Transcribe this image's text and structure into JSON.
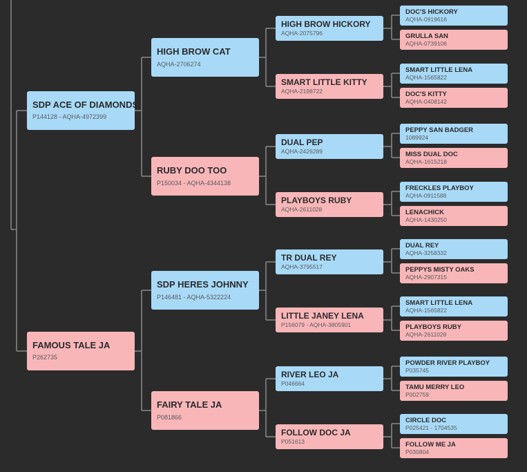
{
  "pedigree": {
    "sire": {
      "name": "SDP ACE OF DIAMONDS",
      "reg": "P144128 - AQHA-4972399"
    },
    "dam": {
      "name": "FAMOUS TALE JA",
      "reg": "P262735"
    },
    "sire_sire": {
      "name": "HIGH BROW CAT",
      "reg": "AQHA-2706274"
    },
    "sire_dam": {
      "name": "RUBY DOO TOO",
      "reg": "P150034 - AQHA-4344138"
    },
    "dam_sire": {
      "name": "SDP HERES JOHNNY",
      "reg": "P146481 - AQHA-5322224"
    },
    "dam_dam": {
      "name": "FAIRY TALE JA",
      "reg": "P081866"
    },
    "g3": [
      {
        "name": "HIGH BROW HICKORY",
        "reg": "AQHA-2075796"
      },
      {
        "name": "SMART LITTLE KITTY",
        "reg": "AQHA-2198722"
      },
      {
        "name": "DUAL PEP",
        "reg": "AQHA-2426289"
      },
      {
        "name": "PLAYBOYS RUBY",
        "reg": "AQHA-2611028"
      },
      {
        "name": "TR DUAL REY",
        "reg": "AQHA-3795517"
      },
      {
        "name": "LITTLE JANEY LENA",
        "reg": "P156079 - AQHA-3805901"
      },
      {
        "name": "RIVER LEO JA",
        "reg": "P046664"
      },
      {
        "name": "FOLLOW DOC JA",
        "reg": "P051613"
      }
    ],
    "g4": [
      {
        "name": "DOC'S HICKORY",
        "reg": "AQHA-0919616"
      },
      {
        "name": "GRULLA SAN",
        "reg": "AQHA-0739106"
      },
      {
        "name": "SMART LITTLE LENA",
        "reg": "AQHA-1565822"
      },
      {
        "name": "DOC'S KITTY",
        "reg": "AQHA-0408142"
      },
      {
        "name": "PEPPY SAN BADGER",
        "reg": "1089924"
      },
      {
        "name": "MISS DUAL DOC",
        "reg": "AQHA-1615218"
      },
      {
        "name": "FRECKLES PLAYBOY",
        "reg": "AQHA-0911588"
      },
      {
        "name": "LENACHICK",
        "reg": "AQHA-1430250"
      },
      {
        "name": "DUAL REY",
        "reg": "AQHA-3258332"
      },
      {
        "name": "PEPPYS MISTY OAKS",
        "reg": "AQHA-2907315"
      },
      {
        "name": "SMART LITTLE LENA",
        "reg": "AQHA-1565822"
      },
      {
        "name": "PLAYBOYS RUBY",
        "reg": "AQHA-2611028"
      },
      {
        "name": "POWDER RIVER PLAYBOY",
        "reg": "P035745"
      },
      {
        "name": "TAMU MERRY LEO",
        "reg": "P002759"
      },
      {
        "name": "CIRCLE DOC",
        "reg": "P025421 - 1704535"
      },
      {
        "name": "FOLLOW ME JA",
        "reg": "P030804"
      }
    ]
  },
  "colors": {
    "background": "#2b2b2b",
    "sire_box": "#a8daf8",
    "dam_box": "#f9b6b9",
    "connector": "#8a8a8a"
  }
}
